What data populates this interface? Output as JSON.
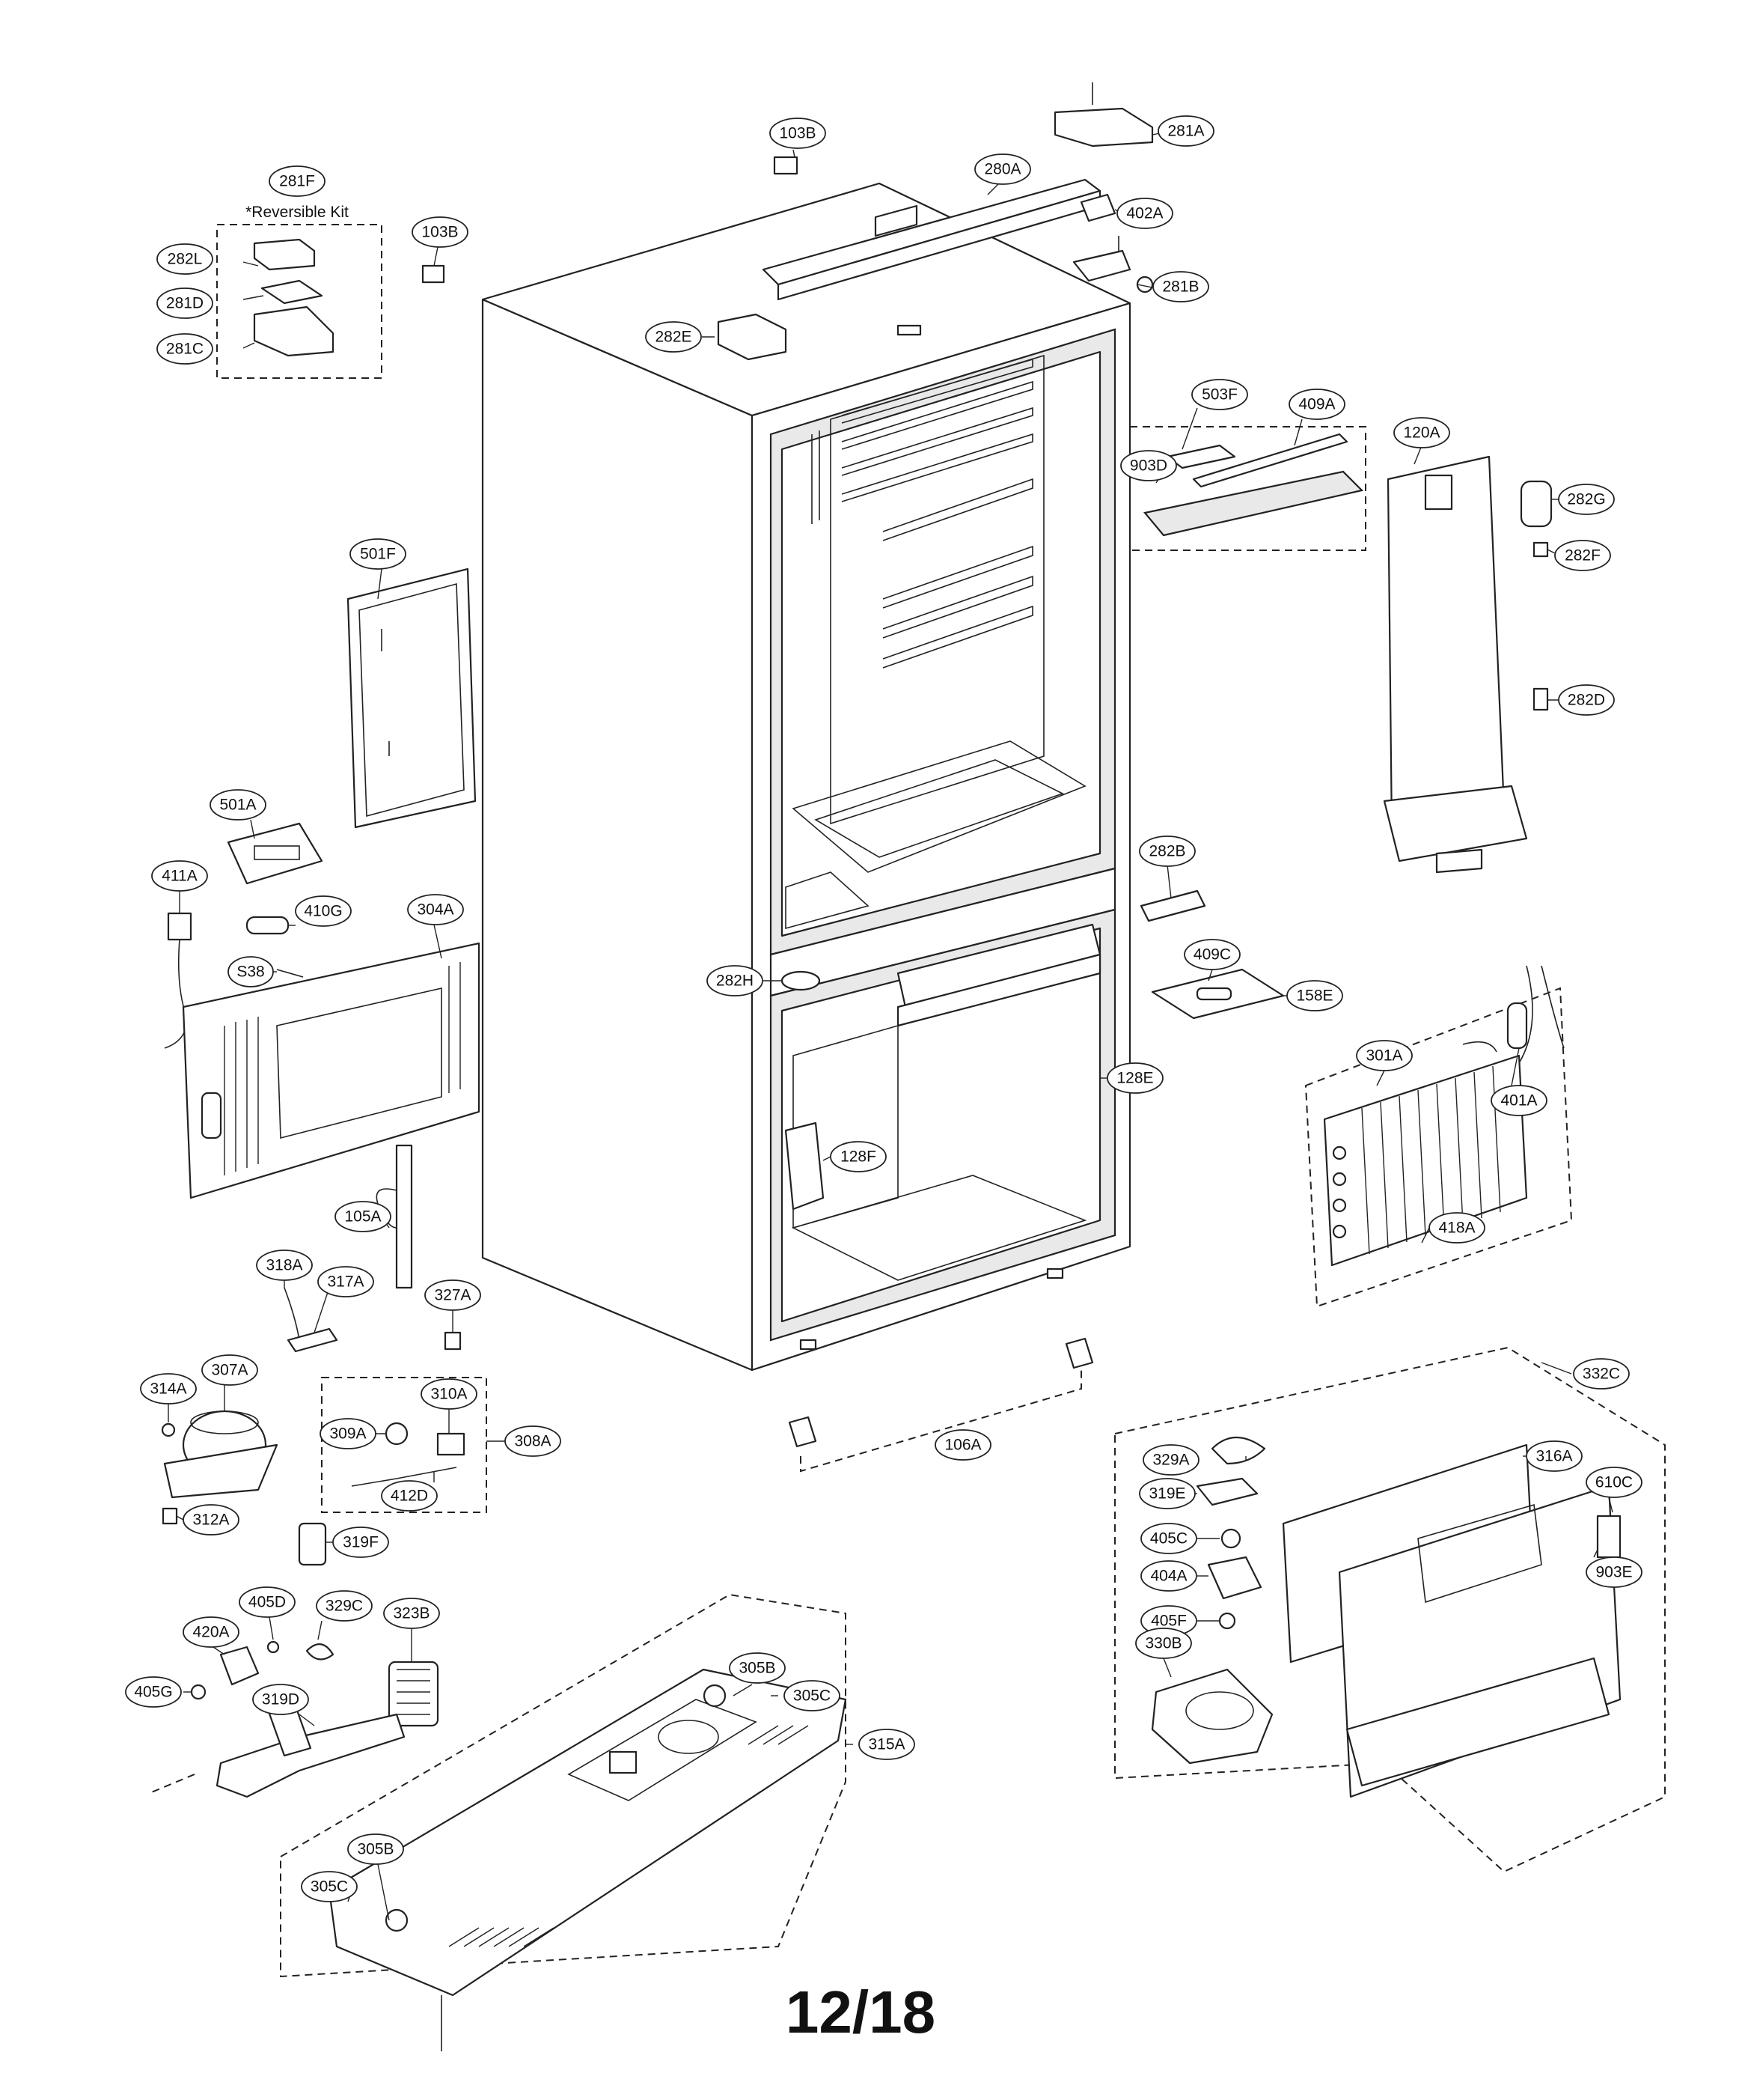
{
  "diagram": {
    "note": "*Reversible Kit",
    "page_number": "12/18",
    "callouts": {
      "c103B_top": "103B",
      "c281A": "281A",
      "c280A": "280A",
      "c281F": "281F",
      "c103B_left": "103B",
      "c402A": "402A",
      "c282L": "282L",
      "c281B": "281B",
      "c281D": "281D",
      "c282E": "282E",
      "c281C": "281C",
      "c503F": "503F",
      "c409A": "409A",
      "c120A": "120A",
      "c903D": "903D",
      "c282G": "282G",
      "c282F": "282F",
      "c501F": "501F",
      "c282D": "282D",
      "c501A": "501A",
      "c282B": "282B",
      "c411A": "411A",
      "c410G": "410G",
      "c304A": "304A",
      "cS38": "S38",
      "c409C": "409C",
      "c282H": "282H",
      "c158E": "158E",
      "c301A": "301A",
      "c128E": "128E",
      "c401A": "401A",
      "c128F": "128F",
      "c105A": "105A",
      "c418A": "418A",
      "c318A": "318A",
      "c317A": "317A",
      "c327A": "327A",
      "c332C": "332C",
      "c314A": "314A",
      "c307A": "307A",
      "c310A": "310A",
      "c309A": "309A",
      "c308A": "308A",
      "c106A": "106A",
      "c329A": "329A",
      "c316A": "316A",
      "c412D": "412D",
      "c312A": "312A",
      "c319E": "319E",
      "c610C": "610C",
      "c405C": "405C",
      "c319F": "319F",
      "c404A": "404A",
      "c903E": "903E",
      "c405D": "405D",
      "c329C": "329C",
      "c323B": "323B",
      "c405F": "405F",
      "c420A": "420A",
      "c330B": "330B",
      "c305B_top": "305B",
      "c405G": "405G",
      "c319D": "319D",
      "c305C_top": "305C",
      "c315A": "315A",
      "c305B_bot": "305B",
      "c305C_bot": "305C"
    }
  }
}
